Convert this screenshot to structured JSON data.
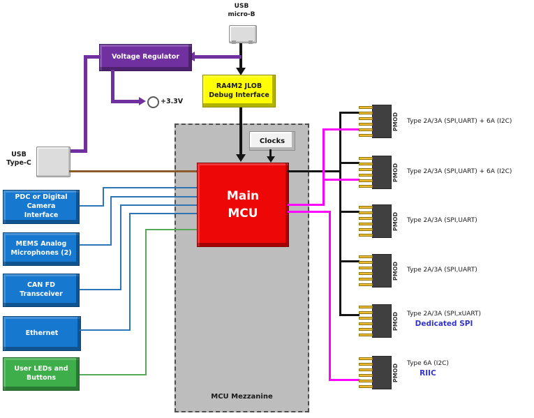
{
  "top": {
    "usb_microb_line1": "USB",
    "usb_microb_line2": "micro-B",
    "voltage_regulator_label": "Voltage Regulator",
    "debug_interface_label": "RA4M2 JLOB Debug Interface",
    "power_rail_label": "+3.3V"
  },
  "left": {
    "usb_typec_line1": "USB",
    "usb_typec_line2": "Type-C",
    "peripherals": [
      {
        "label": "PDC or Digital Camera Interface"
      },
      {
        "label": "MEMS Analog Microphones (2)"
      },
      {
        "label": "CAN FD Transceiver"
      },
      {
        "label": "Ethernet"
      },
      {
        "label": "User LEDs and Buttons"
      }
    ]
  },
  "mezzanine": {
    "label": "MCU Mezzanine",
    "clocks_label": "Clocks",
    "mcu_label": "Main MCU"
  },
  "pmods": [
    {
      "connector_label": "PMOD",
      "label": "Type 2A/3A (SPI,UART) + 6A (I2C)",
      "sublabel": ""
    },
    {
      "connector_label": "PMOD",
      "label": "Type 2A/3A (SPI,UART) + 6A (I2C)",
      "sublabel": ""
    },
    {
      "connector_label": "PMOD",
      "label": "Type 2A/3A (SPI,UART)",
      "sublabel": ""
    },
    {
      "connector_label": "PMOD",
      "label": "Type 2A/3A (SPI,UART)",
      "sublabel": ""
    },
    {
      "connector_label": "PMOD",
      "label": "Type 2A/3A (SPI,xUART)",
      "sublabel": "Dedicated SPI"
    },
    {
      "connector_label": "PMOD",
      "label": "Type 6A (I2C)",
      "sublabel": "RIIC"
    }
  ],
  "colors": {
    "purple_wire": "#7030A0",
    "black_wire": "#141414",
    "blue_wire": "#2E75B6",
    "green_wire": "#57A957",
    "brown_wire": "#8B5A2B",
    "magenta_wire": "#FF00FF",
    "blue_box": "#1679CF",
    "green_box": "#3DAE49",
    "red_box": "#EE0707",
    "yellow_box": "#FFFF00",
    "mezzanine_fill": "#BDBDBD",
    "sublabel_blue": "#3333CC"
  }
}
